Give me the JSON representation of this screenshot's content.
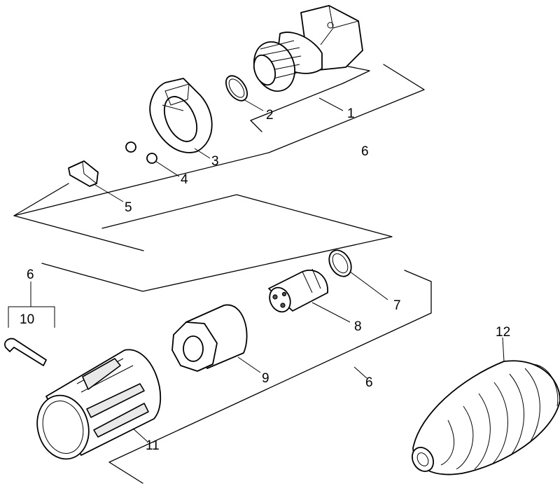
{
  "callouts": [
    {
      "id": "c1",
      "text": "1"
    },
    {
      "id": "c2",
      "text": "2"
    },
    {
      "id": "c3",
      "text": "3"
    },
    {
      "id": "c4",
      "text": "4"
    },
    {
      "id": "c5",
      "text": "5"
    },
    {
      "id": "c6a",
      "text": "6"
    },
    {
      "id": "c6b",
      "text": "6"
    },
    {
      "id": "c6c",
      "text": "6"
    },
    {
      "id": "c7",
      "text": "7"
    },
    {
      "id": "c8",
      "text": "8"
    },
    {
      "id": "c9",
      "text": "9"
    },
    {
      "id": "c10",
      "text": "10"
    },
    {
      "id": "c11",
      "text": "11"
    },
    {
      "id": "c12",
      "text": "12"
    }
  ]
}
